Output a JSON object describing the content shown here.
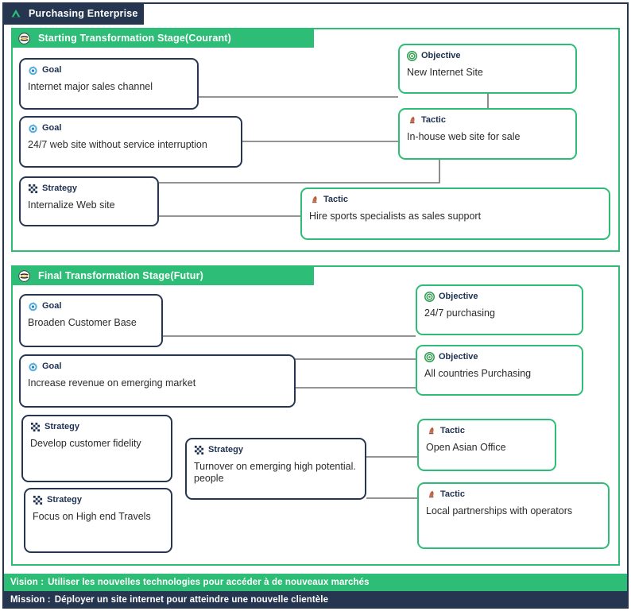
{
  "window": {
    "title": "Purchasing Enterprise",
    "title_icon": "triangle-up-icon"
  },
  "colors": {
    "frame": "#273650",
    "accent_green": "#2ebd76",
    "goal_icon": "#3b9fd4",
    "objective_icon": "#2f9e4f",
    "tactic_icon": "#c76a4e",
    "line": "#707070"
  },
  "stages": [
    {
      "id": "starting",
      "header": "Starting Transformation Stage(Courant)",
      "header_icon": "stage-swirl-icon",
      "nodes": [
        {
          "id": "s1-goal1",
          "type": "Goal",
          "icon": "goal-spiral-icon",
          "style": "dark",
          "text": "Internet major sales channel"
        },
        {
          "id": "s1-goal2",
          "type": "Goal",
          "icon": "goal-spiral-icon",
          "style": "dark",
          "text": "24/7 web site without service interruption"
        },
        {
          "id": "s1-strategy1",
          "type": "Strategy",
          "icon": "strategy-grid-icon",
          "style": "dark",
          "text": "Internalize Web site"
        },
        {
          "id": "s1-objective1",
          "type": "Objective",
          "icon": "objective-target-icon",
          "style": "green",
          "text": "New Internet Site"
        },
        {
          "id": "s1-tactic1",
          "type": "Tactic",
          "icon": "tactic-knight-icon",
          "style": "green",
          "text": "In-house web site for sale"
        },
        {
          "id": "s1-tactic2",
          "type": "Tactic",
          "icon": "tactic-knight-icon",
          "style": "green",
          "text": "Hire sports specialists as sales support"
        }
      ]
    },
    {
      "id": "final",
      "header": "Final Transformation Stage(Futur)",
      "header_icon": "stage-swirl-icon",
      "nodes": [
        {
          "id": "s2-goal1",
          "type": "Goal",
          "icon": "goal-spiral-icon",
          "style": "dark",
          "text": "Broaden Customer Base"
        },
        {
          "id": "s2-goal2",
          "type": "Goal",
          "icon": "goal-spiral-icon",
          "style": "dark",
          "text": "Increase revenue on emerging market"
        },
        {
          "id": "s2-strategy1",
          "type": "Strategy",
          "icon": "strategy-grid-icon",
          "style": "dark",
          "text": "Develop customer fidelity"
        },
        {
          "id": "s2-strategy2",
          "type": "Strategy",
          "icon": "strategy-grid-icon",
          "style": "dark",
          "text": "Turnover on emerging high potential. people"
        },
        {
          "id": "s2-strategy3",
          "type": "Strategy",
          "icon": "strategy-grid-icon",
          "style": "dark",
          "text": "Focus on High end Travels"
        },
        {
          "id": "s2-objective1",
          "type": "Objective",
          "icon": "objective-target-icon",
          "style": "green",
          "text": "24/7 purchasing"
        },
        {
          "id": "s2-objective2",
          "type": "Objective",
          "icon": "objective-target-icon",
          "style": "green",
          "text": "All countries Purchasing"
        },
        {
          "id": "s2-tactic1",
          "type": "Tactic",
          "icon": "tactic-knight-icon",
          "style": "green",
          "text": "Open Asian Office"
        },
        {
          "id": "s2-tactic2",
          "type": "Tactic",
          "icon": "tactic-knight-icon",
          "style": "green",
          "text": "Local partnerships with operators"
        }
      ]
    }
  ],
  "footer": {
    "vision_label": "Vision :",
    "vision_text": "Utiliser les nouvelles technologies pour accéder à de nouveaux marchés",
    "mission_label": "Mission :",
    "mission_text": "Déployer un site internet pour atteindre une nouvelle clientèle"
  }
}
